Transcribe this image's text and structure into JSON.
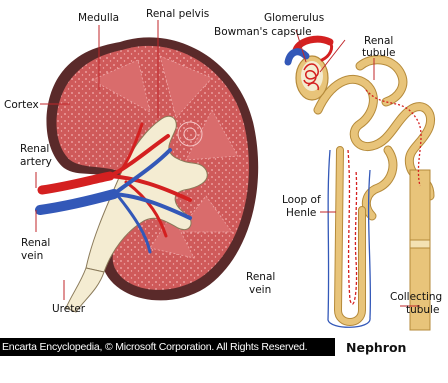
{
  "labels": {
    "medulla": "Medulla",
    "renal_pelvis": "Renal pelvis",
    "cortex": "Cortex",
    "renal_artery_1": "Renal",
    "renal_artery_2": "artery",
    "renal_vein_left_1": "Renal",
    "renal_vein_left_2": "vein",
    "ureter": "Ureter",
    "renal_vein_mid_1": "Renal",
    "renal_vein_mid_2": "vein",
    "glomerulus": "Glomerulus",
    "bowmans_capsule": "Bowman's capsule",
    "renal_tubule_1": "Renal",
    "renal_tubule_2": "tubule",
    "loop_of_henle_1": "Loop of",
    "loop_of_henle_2": "Henle",
    "collecting_tubule_1": "Collecting",
    "collecting_tubule_2": "tubule"
  },
  "credit": "Encarta Encyclopedia, © Microsoft Corporation. All Rights Reserved.",
  "title": "Nephron",
  "colors": {
    "kidney_outer": "#5a2a2a",
    "cortex": "#cf5a5a",
    "medulla_spots": "#e89a9a",
    "pelvis": "#f4ecd2",
    "artery": "#d42020",
    "vein": "#3358b8",
    "tubule": "#e8c47a",
    "tubule_edge": "#b58a3a",
    "leader": "#c0262a"
  }
}
